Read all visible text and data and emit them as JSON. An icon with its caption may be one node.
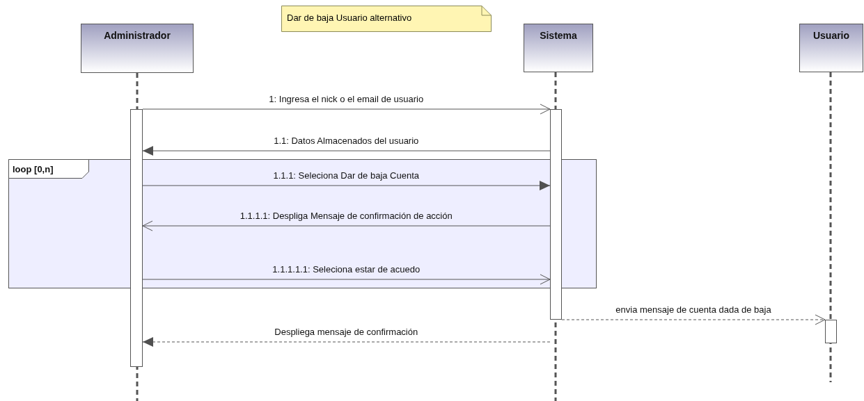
{
  "diagram": {
    "nodes": [
      {
        "text": [
          "Dar de baja Usuario alternativo"
        ]
      },
      {
        "text": [
          "Administrador"
        ]
      },
      {
        "text": [
          "Sistema"
        ]
      },
      {
        "text": [
          "Usuario"
        ]
      },
      {
        "text": [
          "loop [0,n]"
        ]
      },
      {
        "text": [],
        "shape": "bar"
      },
      {
        "text": [],
        "shape": "bar"
      },
      {
        "text": [],
        "shape": "bar"
      }
    ],
    "edges": [
      {
        "from": 5,
        "to": 6,
        "arrow": "to",
        "label": "1: Ingresa el nick o el email de usuario"
      },
      {
        "from": 6,
        "to": 5,
        "arrow": "to",
        "label": "1.1: Datos Almacenados del usuario"
      },
      {
        "from": 5,
        "to": 6,
        "arrow": "to",
        "label": "1.1.1: Seleciona Dar de baja Cuenta"
      },
      {
        "from": 6,
        "to": 5,
        "arrow": "to",
        "label": "1.1.1.1: Despliga Mensaje de confirmación de acción"
      },
      {
        "from": 5,
        "to": 6,
        "arrow": "to",
        "label": "1.1.1.1.1: Seleciona estar de acuedo"
      },
      {
        "from": 6,
        "to": 7,
        "arrow": "to",
        "label": "envia mensaje de cuenta dada de baja",
        "style": "dashed"
      },
      {
        "from": 6,
        "to": 5,
        "arrow": "to",
        "label": "Despliega mensaje de confirmación",
        "style": "dashed"
      }
    ]
  }
}
